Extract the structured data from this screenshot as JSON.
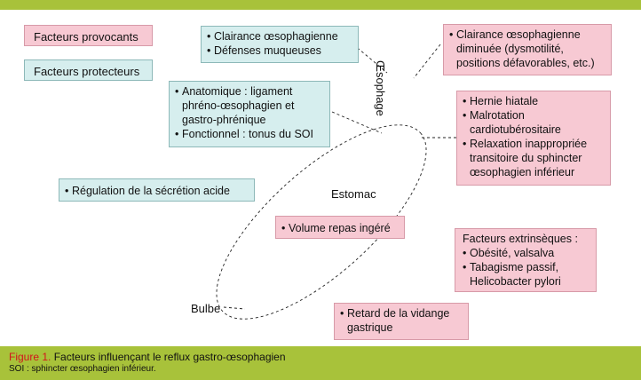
{
  "legend": {
    "provocants": "Facteurs provocants",
    "protecteurs": "Facteurs protecteurs"
  },
  "boxes": {
    "clairance": [
      "Clairance œsophagienne",
      "Défenses muqueuses"
    ],
    "anatomique": [
      "Anatomique : ligament phréno-œsophagien et gastro-phrénique",
      "Fonctionnel : tonus du SOI"
    ],
    "regulation": [
      "Régulation de la sécrétion acide"
    ],
    "clairance_diminuee": [
      "Clairance œsophagienne diminuée (dysmotilité, positions défavorables, etc.)"
    ],
    "hernie": [
      "Hernie hiatale",
      "Malrotation cardiotubérositaire",
      "Relaxation inappropriée transitoire du sphincter œsophagien inférieur"
    ],
    "volume": [
      "Volume repas ingéré"
    ],
    "extrinseques_title": "Facteurs extrinsèques :",
    "extrinseques": [
      "Obésité, valsalva",
      "Tabagisme passif, Helicobacter pylori"
    ],
    "retard": [
      "Retard de la vidange gastrique"
    ]
  },
  "labels": {
    "oesophage": "Œsophage",
    "estomac": "Estomac",
    "bulbe": "Bulbe"
  },
  "caption": {
    "label": "Figure 1.",
    "title": "Facteurs influençant le reflux gastro-œsophagien",
    "note": "SOI : sphincter œsophagien inférieur."
  }
}
